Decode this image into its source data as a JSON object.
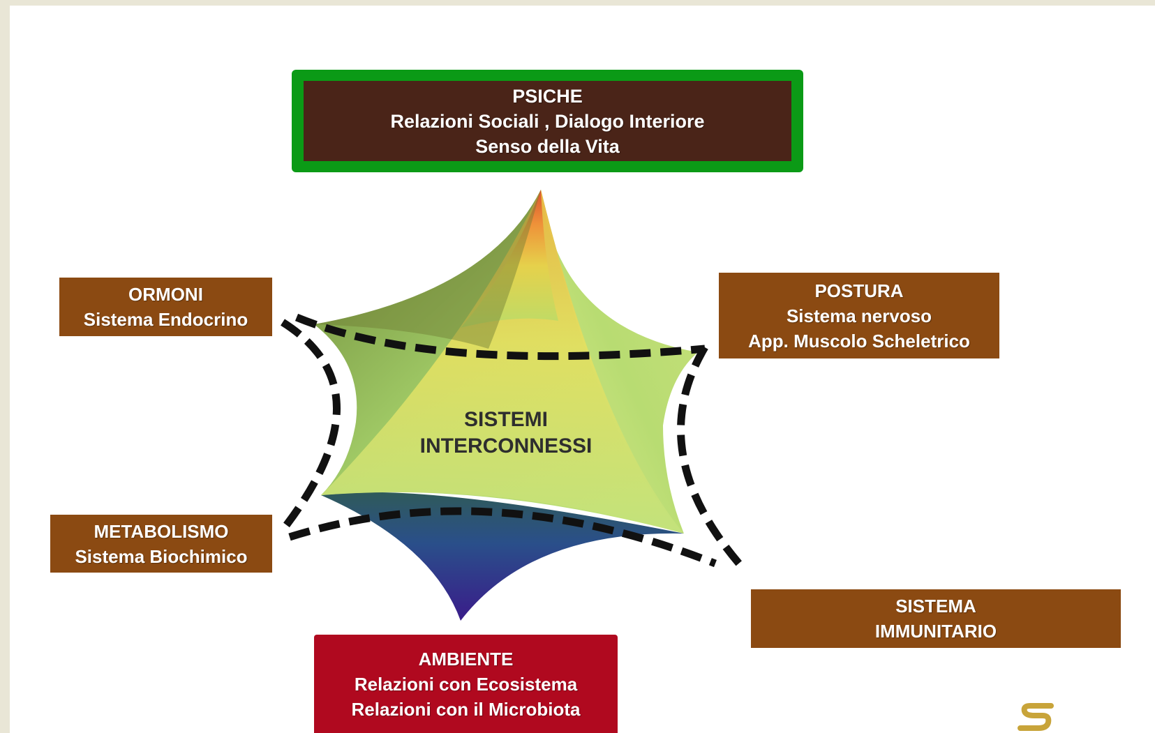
{
  "psiche": {
    "title": "PSICHE",
    "line1": "Relazioni Sociali , Dialogo Interiore",
    "line2": "Senso della Vita"
  },
  "ormoni": {
    "title": "ORMONI",
    "line1": "Sistema Endocrino"
  },
  "postura": {
    "title": "POSTURA",
    "line1": "Sistema nervoso",
    "line2": "App. Muscolo Scheletrico"
  },
  "metabolismo": {
    "title": "METABOLISMO",
    "line1": "Sistema Biochimico"
  },
  "immunitario": {
    "line1": "SISTEMA",
    "line2": "IMMUNITARIO"
  },
  "ambiente": {
    "title": "AMBIENTE",
    "line1": "Relazioni con Ecosistema",
    "line2": "Relazioni con il Microbiota"
  },
  "center": {
    "line1": "SISTEMI",
    "line2": "INTERCONNESSI"
  },
  "colors": {
    "psiche_border": "#0b9a16",
    "psiche_fill": "#4a2418",
    "box_brown": "#8b4a12",
    "ambiente_red": "#b0091f",
    "logo_gold": "#c8a43a"
  }
}
